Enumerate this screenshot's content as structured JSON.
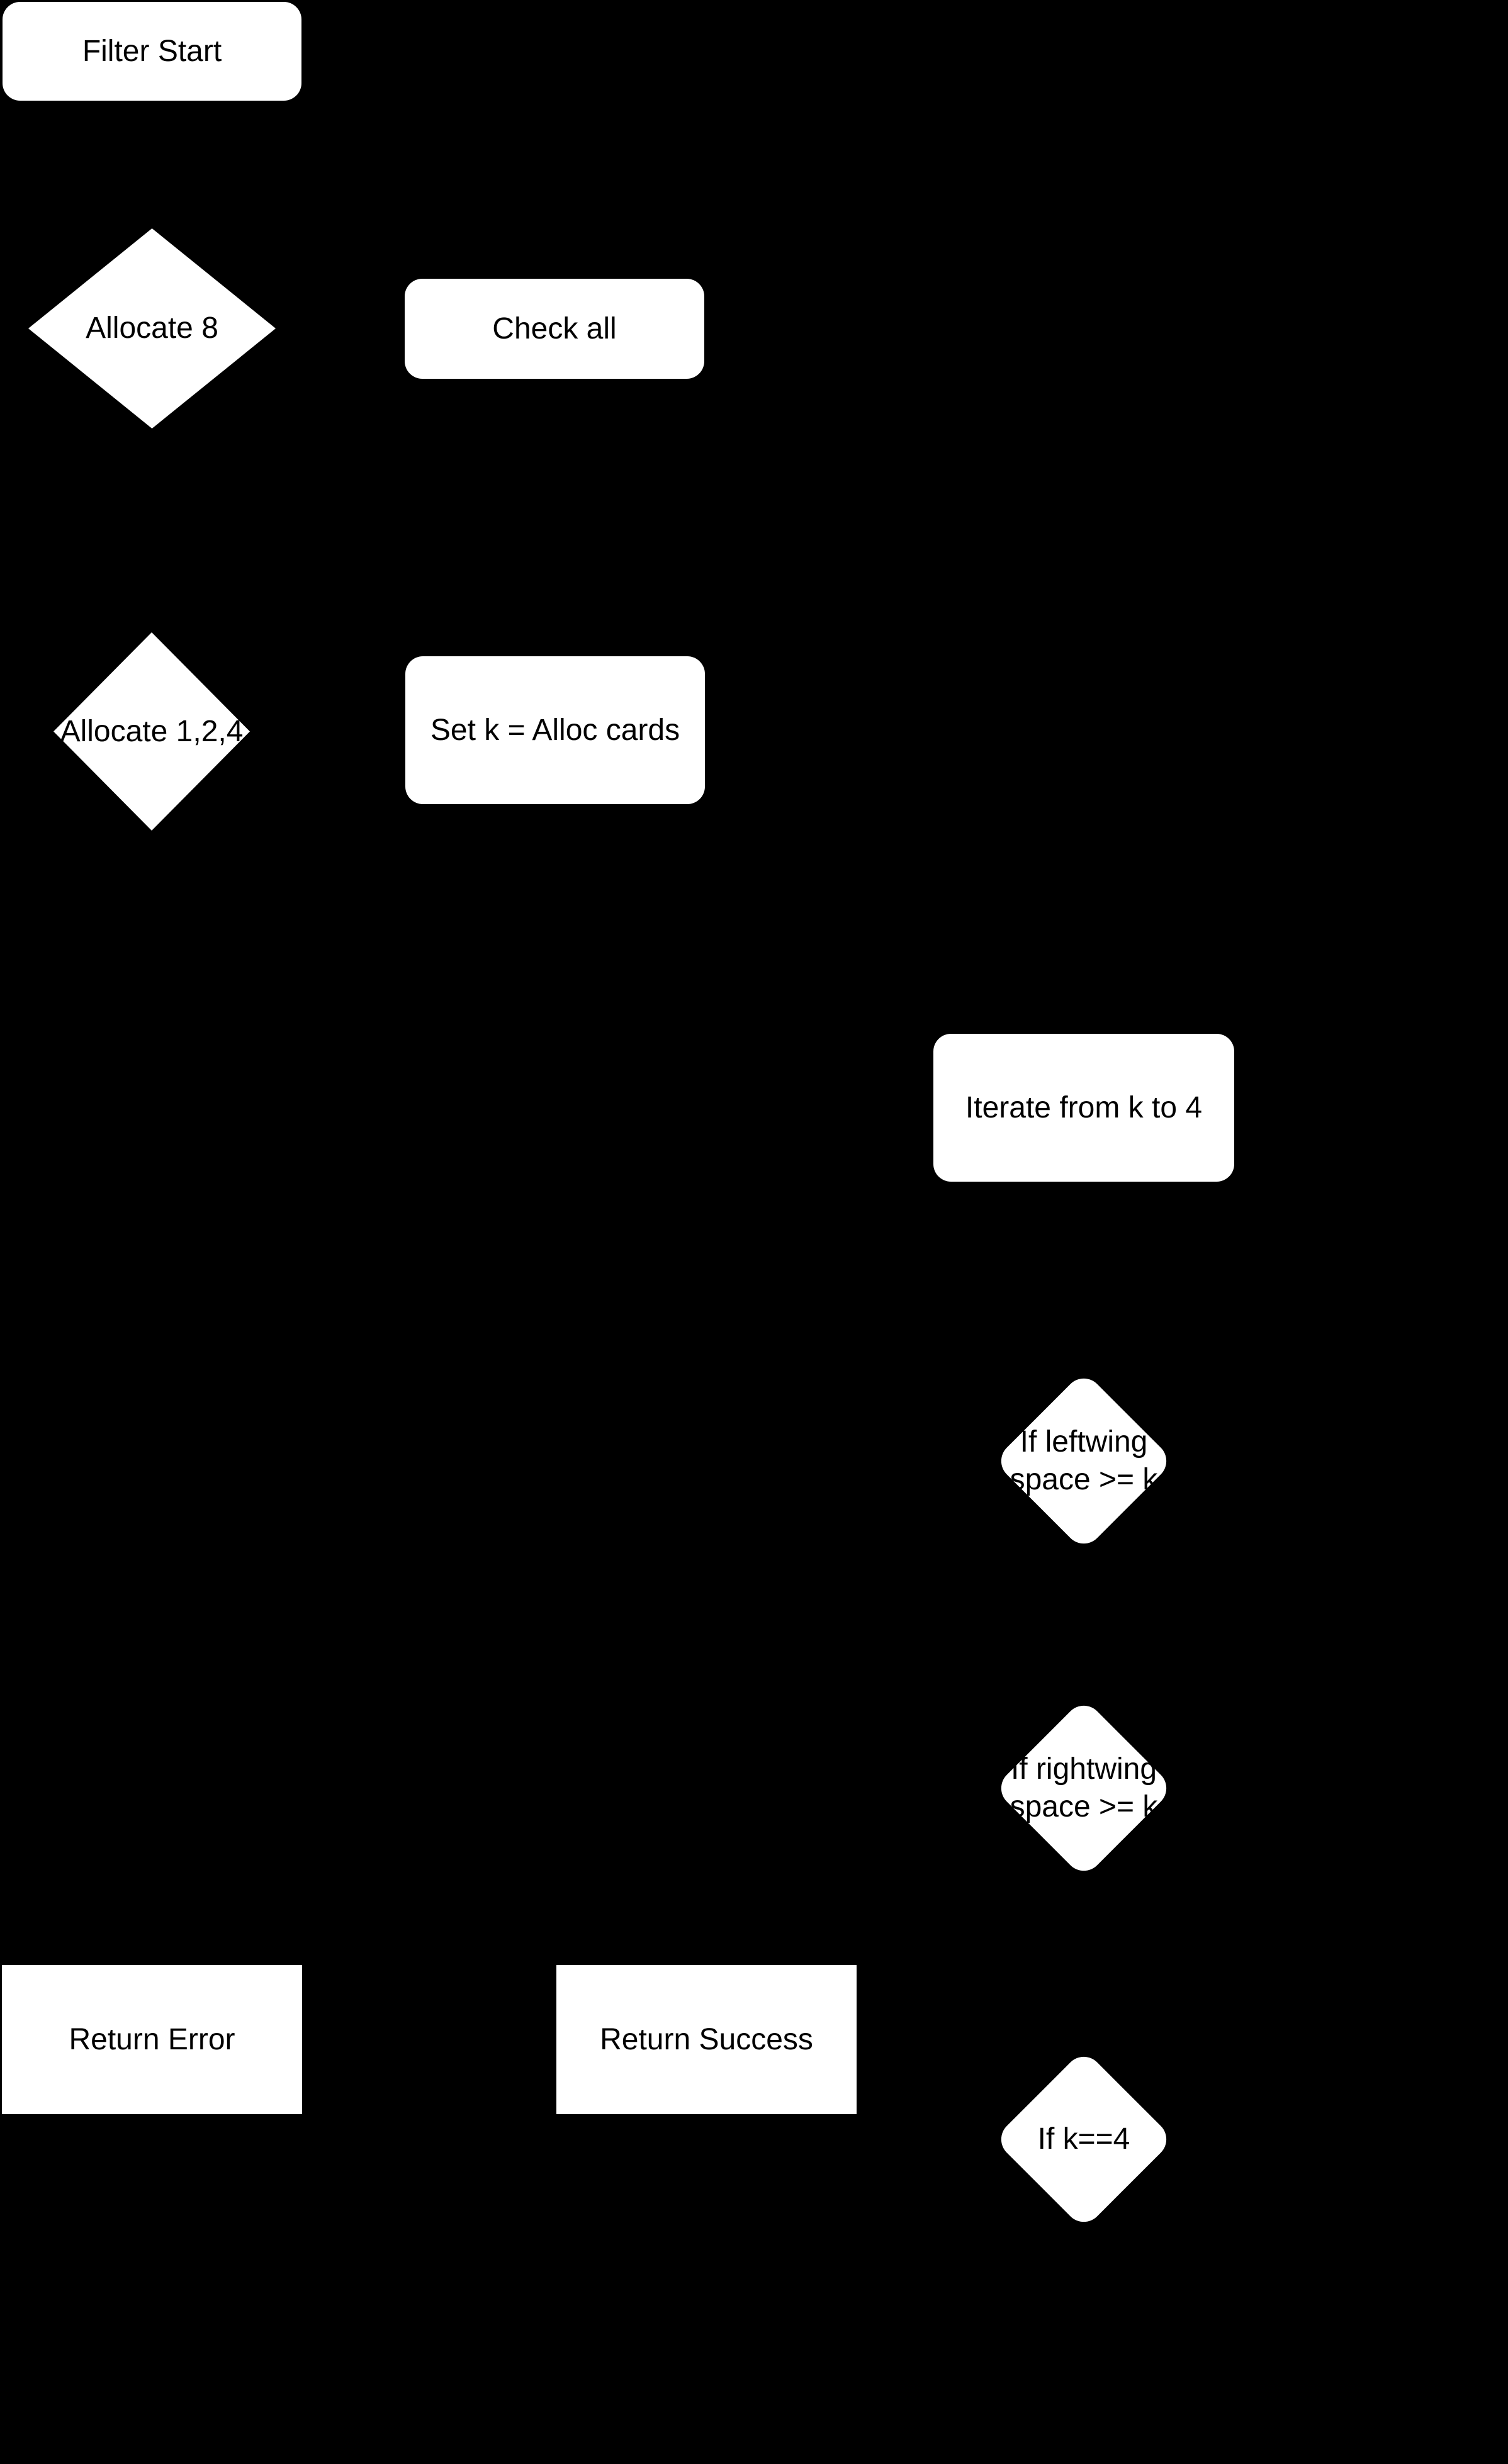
{
  "diagram": {
    "colors": {
      "background": "#000000",
      "node_fill": "#ffffff",
      "node_text": "#000000"
    },
    "nodes": [
      {
        "id": "filter-start",
        "type": "rounded-rectangle",
        "label": "Filter Start"
      },
      {
        "id": "allocate-8",
        "type": "diamond",
        "label": "Allocate 8"
      },
      {
        "id": "check-all",
        "type": "rounded-rectangle",
        "label": "Check all"
      },
      {
        "id": "allocate-1-2-4",
        "type": "diamond",
        "label": "Allocate 1,2,4"
      },
      {
        "id": "set-k-alloc-cards",
        "type": "rounded-rectangle",
        "label": "Set k = Alloc cards"
      },
      {
        "id": "iterate-from-k-to-4",
        "type": "rounded-rectangle",
        "label": "Iterate from k to 4"
      },
      {
        "id": "if-leftwing-space",
        "type": "rounded-diamond",
        "label": "If leftwing space >= k"
      },
      {
        "id": "if-rightwing-space",
        "type": "rounded-diamond",
        "label": "If rightwing space >= k"
      },
      {
        "id": "return-error",
        "type": "rectangle",
        "label": "Return Error"
      },
      {
        "id": "return-success",
        "type": "rectangle",
        "label": "Return Success"
      },
      {
        "id": "if-k-equals-4",
        "type": "rounded-diamond",
        "label": "If k==4"
      }
    ]
  }
}
